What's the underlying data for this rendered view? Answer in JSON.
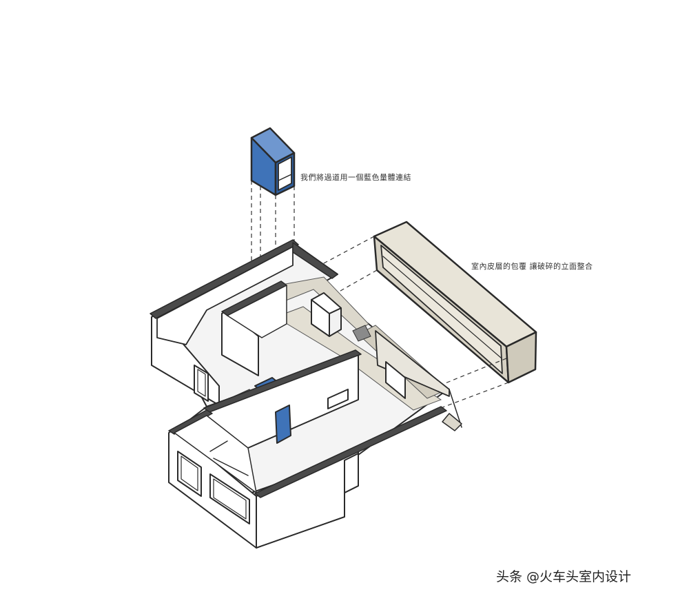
{
  "annotations": {
    "blue_volume": "我們將過道用一個藍色量體連結",
    "interior_skin": "室內皮層的包覆 讓破碎的立面整合"
  },
  "watermark": "头条 @火车头室内设计",
  "colors": {
    "blue_volume": "#3f73b8",
    "interior_skin": "#dcd8cc",
    "wall": "#ffffff",
    "outline": "#2a2a2a",
    "floor_shadow": "#8a8a8a"
  }
}
